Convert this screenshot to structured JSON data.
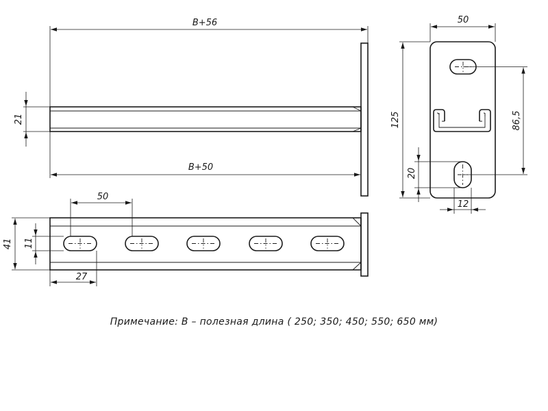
{
  "dimensions": {
    "top_length": "B+56",
    "top_inner_length": "B+50",
    "top_height": "21",
    "side_width": "50",
    "side_height": "125",
    "side_slot_distance": "86,5",
    "side_slot_offset": "20",
    "side_slot_width": "12",
    "front_pitch": "50",
    "front_first_slot": "27",
    "front_height": "41",
    "front_slot_height": "11"
  },
  "note": "Примечание: В – полезная длина ( 250; 350; 450; 550; 650 мм)"
}
